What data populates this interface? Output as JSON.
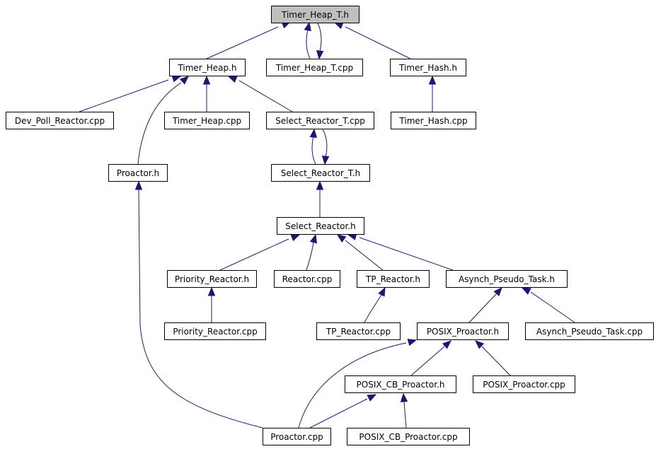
{
  "nodes": [
    {
      "id": "timer_heap_t_h",
      "label": "Timer_Heap_T.h",
      "highlighted": true
    },
    {
      "id": "timer_heap_h",
      "label": "Timer_Heap.h"
    },
    {
      "id": "timer_heap_t_cpp",
      "label": "Timer_Heap_T.cpp"
    },
    {
      "id": "timer_hash_h",
      "label": "Timer_Hash.h"
    },
    {
      "id": "dev_poll_reactor_cpp",
      "label": "Dev_Poll_Reactor.cpp"
    },
    {
      "id": "timer_heap_cpp",
      "label": "Timer_Heap.cpp"
    },
    {
      "id": "select_reactor_t_cpp",
      "label": "Select_Reactor_T.cpp"
    },
    {
      "id": "timer_hash_cpp",
      "label": "Timer_Hash.cpp"
    },
    {
      "id": "proactor_h",
      "label": "Proactor.h"
    },
    {
      "id": "select_reactor_t_h",
      "label": "Select_Reactor_T.h"
    },
    {
      "id": "select_reactor_h",
      "label": "Select_Reactor.h"
    },
    {
      "id": "priority_reactor_h",
      "label": "Priority_Reactor.h"
    },
    {
      "id": "reactor_cpp",
      "label": "Reactor.cpp"
    },
    {
      "id": "tp_reactor_h",
      "label": "TP_Reactor.h"
    },
    {
      "id": "asynch_pseudo_task_h",
      "label": "Asynch_Pseudo_Task.h"
    },
    {
      "id": "priority_reactor_cpp",
      "label": "Priority_Reactor.cpp"
    },
    {
      "id": "tp_reactor_cpp",
      "label": "TP_Reactor.cpp"
    },
    {
      "id": "posix_proactor_h",
      "label": "POSIX_Proactor.h"
    },
    {
      "id": "asynch_pseudo_task_cpp",
      "label": "Asynch_Pseudo_Task.cpp"
    },
    {
      "id": "posix_cb_proactor_h",
      "label": "POSIX_CB_Proactor.h"
    },
    {
      "id": "posix_proactor_cpp",
      "label": "POSIX_Proactor.cpp"
    },
    {
      "id": "proactor_cpp",
      "label": "Proactor.cpp"
    },
    {
      "id": "posix_cb_proactor_cpp",
      "label": "POSIX_CB_Proactor.cpp"
    }
  ],
  "edges": [
    {
      "from": "timer_heap_h",
      "to": "timer_heap_t_h"
    },
    {
      "from": "timer_heap_t_cpp",
      "to": "timer_heap_t_h"
    },
    {
      "from": "timer_heap_t_h",
      "to": "timer_heap_t_cpp"
    },
    {
      "from": "timer_hash_h",
      "to": "timer_heap_t_h"
    },
    {
      "from": "dev_poll_reactor_cpp",
      "to": "timer_heap_h"
    },
    {
      "from": "timer_heap_cpp",
      "to": "timer_heap_h"
    },
    {
      "from": "select_reactor_t_cpp",
      "to": "timer_heap_h"
    },
    {
      "from": "proactor_h",
      "to": "timer_heap_h"
    },
    {
      "from": "timer_hash_cpp",
      "to": "timer_hash_h"
    },
    {
      "from": "select_reactor_t_h",
      "to": "select_reactor_t_cpp"
    },
    {
      "from": "select_reactor_t_cpp",
      "to": "select_reactor_t_h"
    },
    {
      "from": "select_reactor_h",
      "to": "select_reactor_t_h"
    },
    {
      "from": "priority_reactor_h",
      "to": "select_reactor_h"
    },
    {
      "from": "reactor_cpp",
      "to": "select_reactor_h"
    },
    {
      "from": "tp_reactor_h",
      "to": "select_reactor_h"
    },
    {
      "from": "asynch_pseudo_task_h",
      "to": "select_reactor_h"
    },
    {
      "from": "priority_reactor_cpp",
      "to": "priority_reactor_h"
    },
    {
      "from": "tp_reactor_cpp",
      "to": "tp_reactor_h"
    },
    {
      "from": "posix_proactor_h",
      "to": "asynch_pseudo_task_h"
    },
    {
      "from": "asynch_pseudo_task_cpp",
      "to": "asynch_pseudo_task_h"
    },
    {
      "from": "posix_cb_proactor_h",
      "to": "posix_proactor_h"
    },
    {
      "from": "posix_proactor_cpp",
      "to": "posix_proactor_h"
    },
    {
      "from": "proactor_cpp",
      "to": "posix_proactor_h"
    },
    {
      "from": "proactor_cpp",
      "to": "posix_cb_proactor_h"
    },
    {
      "from": "posix_cb_proactor_cpp",
      "to": "posix_cb_proactor_h"
    },
    {
      "from": "proactor_cpp",
      "to": "proactor_h"
    }
  ],
  "colors": {
    "node_fill": "#ffffff",
    "highlight_fill": "#bfbfbf",
    "border": "#000000",
    "edge": "#191970"
  }
}
